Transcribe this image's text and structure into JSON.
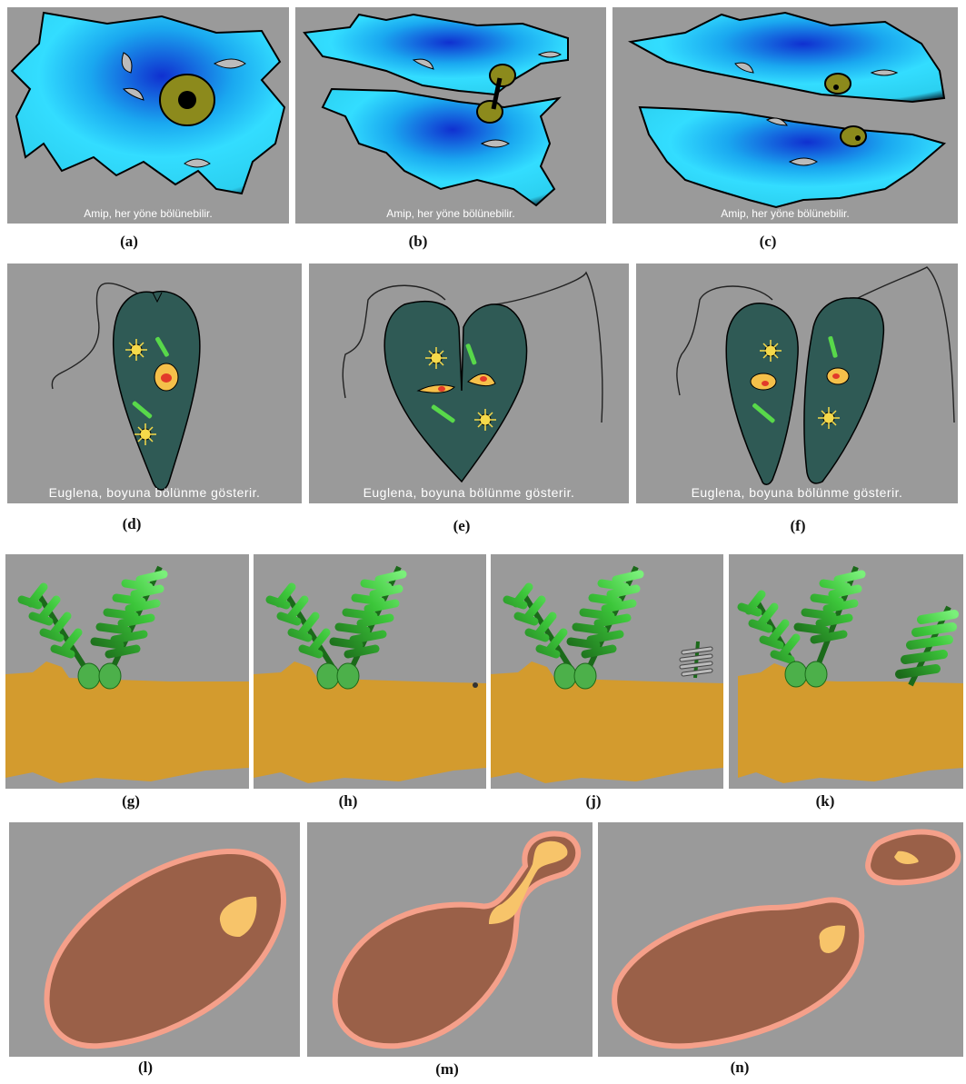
{
  "colors": {
    "panel_bg": "#9a9a9a",
    "amoeba": "#33ddff",
    "amoeba_dark": "#1030d0",
    "nucleus": "#8c8a1c",
    "euglena": "#2f5a55",
    "euglena_nucleus": "#f5c04a",
    "chloroplast": "#58d84a",
    "hydra_leaf": "#2ea82a",
    "soil": "#d39b2e",
    "yeast_body": "#9a6048",
    "yeast_border": "#f5a08a",
    "yeast_nucleus": "#f7c46a"
  },
  "rows": {
    "amoeba": {
      "caption": "Amip, her yöne bölünebilir.",
      "labels": [
        "(a)",
        "(b)",
        "(c)"
      ]
    },
    "euglena": {
      "caption": "Euglena, boyuna bölünme gösterir.",
      "labels": [
        "(d)",
        "(e)",
        "(f)"
      ]
    },
    "hydra": {
      "labels": [
        "(g)",
        "(h)",
        "(j)",
        "(k)"
      ]
    },
    "yeast": {
      "labels": [
        "(l)",
        "(m)",
        "(n)"
      ]
    }
  }
}
